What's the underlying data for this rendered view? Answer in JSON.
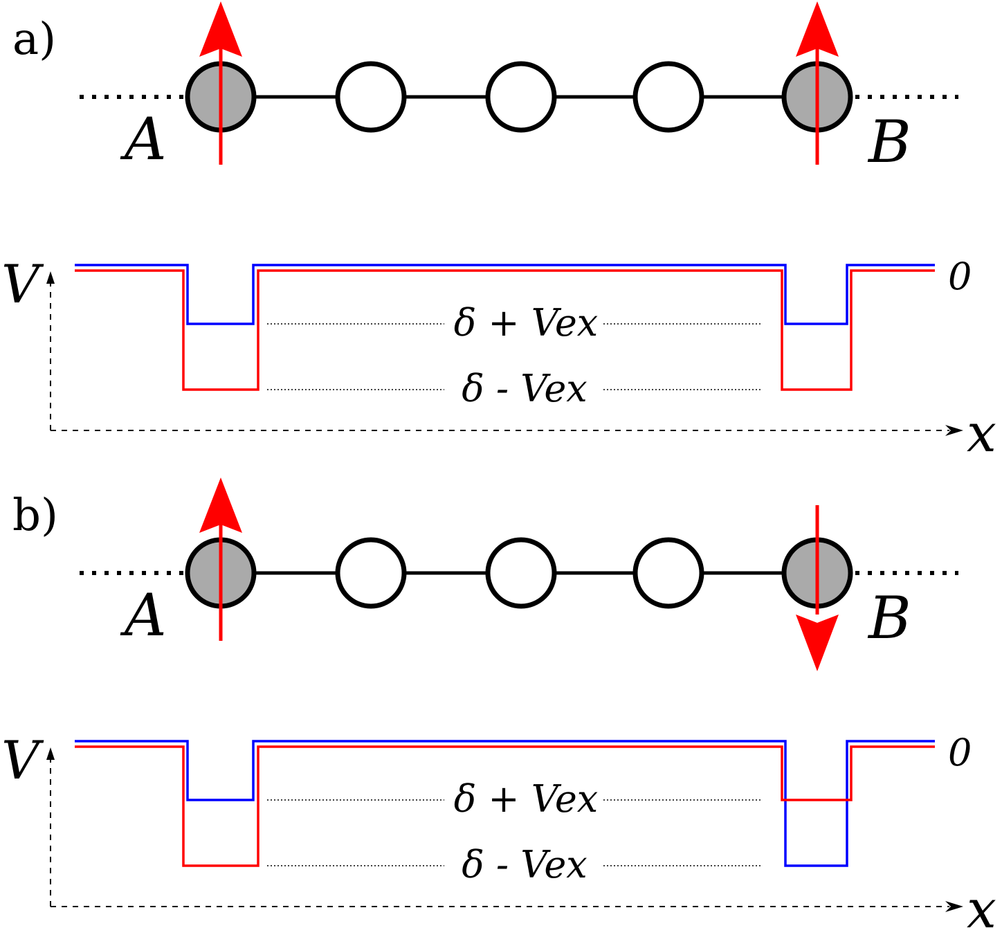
{
  "colors": {
    "site_filled": "#aaaaaa",
    "site_empty": "#ffffff",
    "spin": "#ff0000",
    "potential_blue": "#0000ff",
    "potential_red": "#ff0000"
  },
  "panels": [
    {
      "label": "a)",
      "site_labels": {
        "left": "A",
        "right": "B"
      },
      "sites": [
        {
          "filled": true,
          "spin": "up"
        },
        {
          "filled": false,
          "spin": null
        },
        {
          "filled": false,
          "spin": null
        },
        {
          "filled": false,
          "spin": null
        },
        {
          "filled": true,
          "spin": "up"
        }
      ],
      "plot": {
        "y_label": "V",
        "x_label": "x",
        "zero_label": "0",
        "level_upper": "δ + Vex",
        "level_lower": "δ - Vex",
        "wells": [
          {
            "site": "A",
            "blue": "upper",
            "red": "lower"
          },
          {
            "site": "B",
            "blue": "upper",
            "red": "lower"
          }
        ]
      }
    },
    {
      "label": "b)",
      "site_labels": {
        "left": "A",
        "right": "B"
      },
      "sites": [
        {
          "filled": true,
          "spin": "up"
        },
        {
          "filled": false,
          "spin": null
        },
        {
          "filled": false,
          "spin": null
        },
        {
          "filled": false,
          "spin": null
        },
        {
          "filled": true,
          "spin": "down"
        }
      ],
      "plot": {
        "y_label": "V",
        "x_label": "x",
        "zero_label": "0",
        "level_upper": "δ + Vex",
        "level_lower": "δ - Vex",
        "wells": [
          {
            "site": "A",
            "blue": "upper",
            "red": "lower"
          },
          {
            "site": "B",
            "blue": "lower",
            "red": "upper"
          }
        ]
      }
    }
  ]
}
